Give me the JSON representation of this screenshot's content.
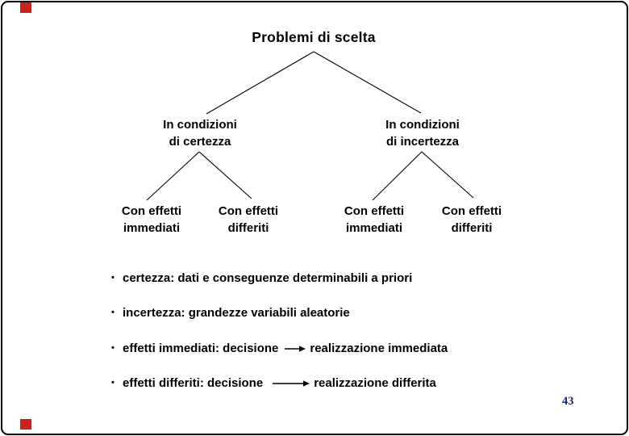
{
  "slide": {
    "title": "Problemi di scelta",
    "page_number": "43",
    "colors": {
      "background": "#ffffff",
      "text": "#000000",
      "frame_border": "#000000",
      "corner_mark_red": "#c8231e",
      "page_number_blue": "#1b2a6b"
    }
  },
  "tree": {
    "level2": [
      {
        "line1": "In condizioni",
        "line2": "di certezza"
      },
      {
        "line1": "In condizioni",
        "line2": "di incertezza"
      }
    ],
    "level3": [
      {
        "line1": "Con effetti",
        "line2": "immediati"
      },
      {
        "line1": "Con effetti",
        "line2": "differiti"
      },
      {
        "line1": "Con effetti",
        "line2": "immediati"
      },
      {
        "line1": "Con effetti",
        "line2": "differiti"
      }
    ]
  },
  "bullets": {
    "glyph": "•",
    "items": [
      {
        "text": "certezza: dati e conseguenze determinabili a priori"
      },
      {
        "text": "incertezza: grandezze variabili aleatorie"
      },
      {
        "lead": "effetti immediati: decisione",
        "tail": "realizzazione immediata"
      },
      {
        "lead": "effetti differiti: decisione",
        "tail": "realizzazione differita"
      }
    ]
  }
}
